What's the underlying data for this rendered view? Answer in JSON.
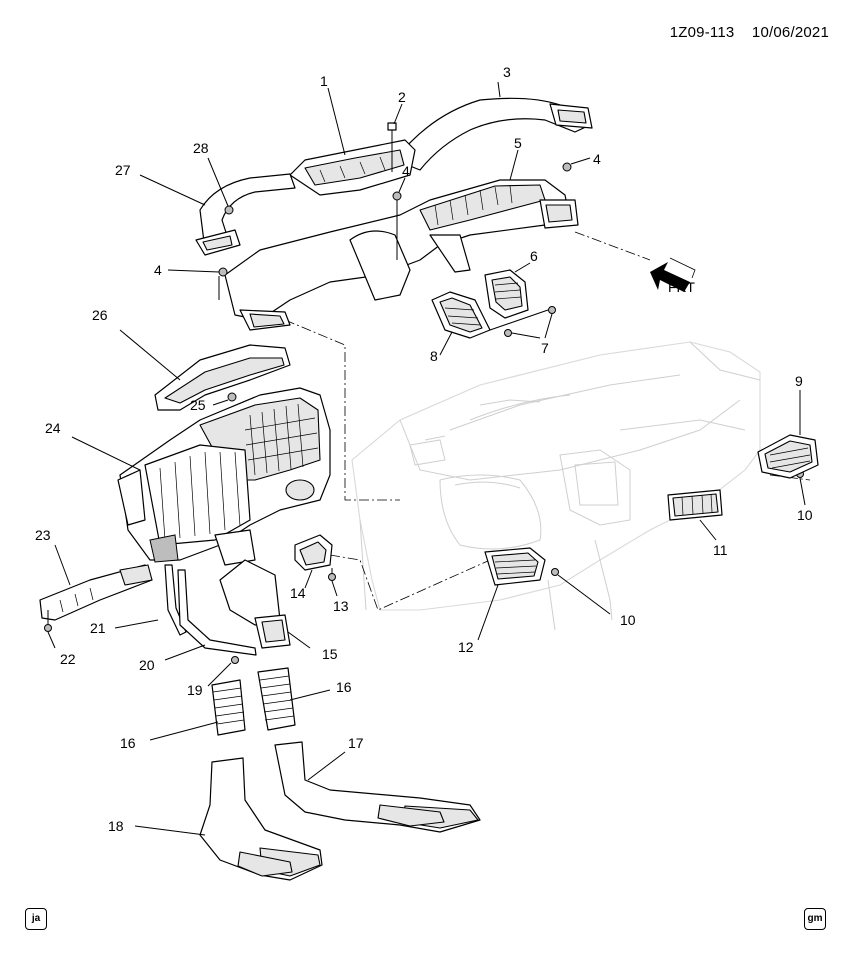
{
  "header": {
    "diagram_code": "1Z09-113",
    "date": "10/06/2021"
  },
  "orientation": {
    "label": "FRT"
  },
  "callouts": [
    {
      "id": "c1",
      "label": "1"
    },
    {
      "id": "c2",
      "label": "2"
    },
    {
      "id": "c3",
      "label": "3"
    },
    {
      "id": "c4a",
      "label": "4"
    },
    {
      "id": "c4b",
      "label": "4"
    },
    {
      "id": "c4c",
      "label": "4"
    },
    {
      "id": "c5",
      "label": "5"
    },
    {
      "id": "c6",
      "label": "6"
    },
    {
      "id": "c7",
      "label": "7"
    },
    {
      "id": "c8",
      "label": "8"
    },
    {
      "id": "c9",
      "label": "9"
    },
    {
      "id": "c10a",
      "label": "10"
    },
    {
      "id": "c10b",
      "label": "10"
    },
    {
      "id": "c11",
      "label": "11"
    },
    {
      "id": "c12",
      "label": "12"
    },
    {
      "id": "c13",
      "label": "13"
    },
    {
      "id": "c14",
      "label": "14"
    },
    {
      "id": "c15",
      "label": "15"
    },
    {
      "id": "c16a",
      "label": "16"
    },
    {
      "id": "c16b",
      "label": "16"
    },
    {
      "id": "c17",
      "label": "17"
    },
    {
      "id": "c18",
      "label": "18"
    },
    {
      "id": "c19",
      "label": "19"
    },
    {
      "id": "c20",
      "label": "20"
    },
    {
      "id": "c21",
      "label": "21"
    },
    {
      "id": "c22",
      "label": "22"
    },
    {
      "id": "c23",
      "label": "23"
    },
    {
      "id": "c24",
      "label": "24"
    },
    {
      "id": "c25",
      "label": "25"
    },
    {
      "id": "c26",
      "label": "26"
    },
    {
      "id": "c27",
      "label": "27"
    },
    {
      "id": "c28",
      "label": "28"
    }
  ],
  "footer": {
    "left_badge": "ja",
    "right_badge": "gm"
  }
}
